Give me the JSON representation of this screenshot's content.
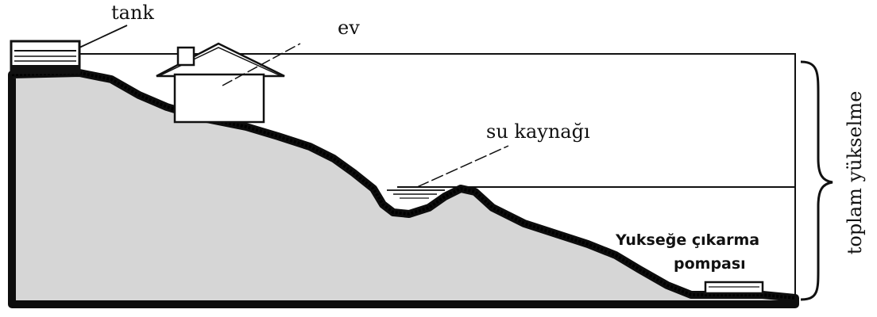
{
  "labels": {
    "tank": "tank",
    "house": "ev",
    "water_source": "su kaynağı",
    "pump_line1": "Yukseğe çıkarma",
    "pump_line2": "pompası",
    "total_lift": "toplam yükselme"
  },
  "colors": {
    "ground_fill": "#d6d6d6",
    "ground_edge": "#0d0d0d",
    "line": "#111111",
    "background": "#ffffff"
  }
}
